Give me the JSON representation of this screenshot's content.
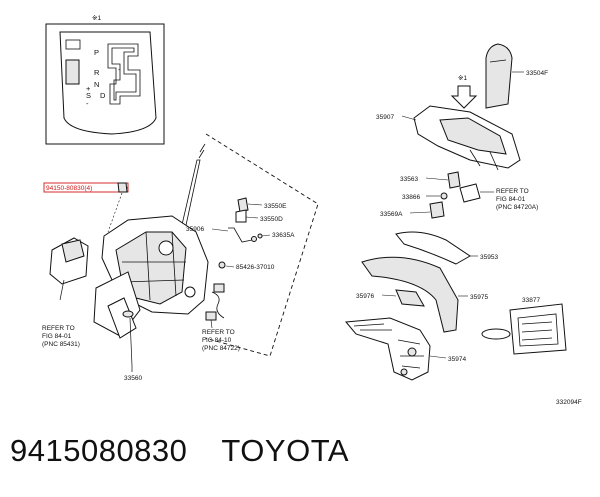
{
  "diagram": {
    "gate_inset": {
      "note": "※1",
      "positions": [
        "P",
        "R",
        "N",
        "D"
      ],
      "side_marks": [
        "+",
        "S",
        "-"
      ]
    },
    "callouts": {
      "highlighted_part": "94150-80830(4)",
      "p33550E": "33550E",
      "p33550D": "33550D",
      "p35906": "35906",
      "p33635A": "33635A",
      "p85426": "85426-37010",
      "p33560": "33560",
      "p35907": "35907",
      "p33504F": "33504F",
      "p33563": "33563",
      "p33866": "33866",
      "p33569A": "33569A",
      "p35953": "35953",
      "p35976": "35976",
      "p35975": "35975",
      "p33877": "33877",
      "p35974": "35974",
      "note_mark_right": "※1"
    },
    "refs": {
      "ref_left": [
        "REFER TO",
        "FIG 84-01",
        "(PNC 85431)"
      ],
      "ref_mid": [
        "REFER TO",
        "FIG 84-10",
        "(PNC 84722)"
      ],
      "ref_right": [
        "REFER TO",
        "FIG 84-01",
        "(PNC 84720A)"
      ]
    },
    "figure_code": "332094F"
  },
  "caption": {
    "part_number": "9415080830",
    "brand": "TOYOTA"
  },
  "colors": {
    "highlight": "#d01818",
    "line": "#111111"
  }
}
